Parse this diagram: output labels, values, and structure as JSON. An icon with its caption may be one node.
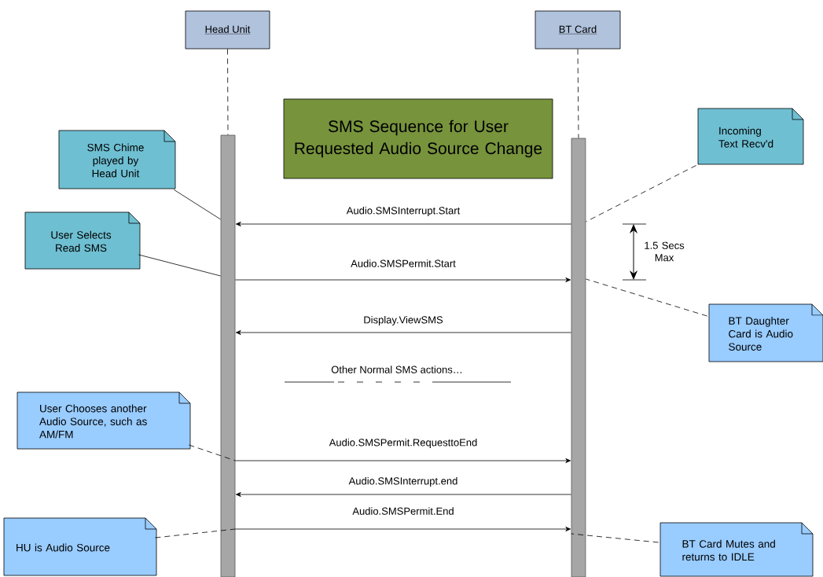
{
  "diagram": {
    "title": "SMS Sequence for User Requested Audio Source Change",
    "nodes": [
      {
        "text": [
          "Head Unit"
        ]
      },
      {
        "text": [
          "BT Card"
        ]
      },
      {
        "text": [],
        "shape": "bar"
      },
      {
        "text": [],
        "shape": "bar"
      },
      {
        "text": [
          "SMS Chime played by Head Unit"
        ]
      },
      {
        "text": [
          "User Selects Read SMS"
        ]
      },
      {
        "text": [
          "Incoming Text Recv'd"
        ]
      },
      {
        "text": [
          "BT Daughter Card is Audio Source"
        ]
      },
      {
        "text": [
          "User Chooses another Audio Source, such as AM/FM"
        ]
      },
      {
        "text": [
          "HU is Audio Source"
        ]
      },
      {
        "text": [
          "BT Card Mutes and returns to IDLE"
        ]
      }
    ],
    "edges": [
      {
        "from": 0,
        "to": 2,
        "arrow": "none",
        "style": "dashed"
      },
      {
        "from": 1,
        "to": 3,
        "arrow": "none",
        "style": "dashed"
      },
      {
        "from": 3,
        "to": 2,
        "arrow": "to",
        "label": "Audio.SMSInterrupt.Start"
      },
      {
        "from": 2,
        "to": 3,
        "arrow": "to",
        "label": "Audio.SMSPermit.Start"
      },
      {
        "from": 3,
        "to": 2,
        "arrow": "to",
        "label": "Display.ViewSMS"
      },
      {
        "from": 2,
        "to": 3,
        "arrow": "to",
        "label": "Audio.SMSPermit.RequesttoEnd"
      },
      {
        "from": 3,
        "to": 2,
        "arrow": "to",
        "label": "Audio.SMSInterrupt.end"
      },
      {
        "from": 2,
        "to": 3,
        "arrow": "to",
        "label": "Audio.SMSPermit.End"
      },
      {
        "from": 4,
        "to": 2,
        "arrow": "none"
      },
      {
        "from": 5,
        "to": 2,
        "arrow": "none"
      },
      {
        "from": 6,
        "to": 3,
        "arrow": "none",
        "style": "dashed"
      },
      {
        "from": 7,
        "to": 3,
        "arrow": "none",
        "style": "dashed"
      },
      {
        "from": 8,
        "to": 2,
        "arrow": "none",
        "style": "dashed"
      },
      {
        "from": 9,
        "to": 2,
        "arrow": "none",
        "style": "dashed"
      },
      {
        "from": 10,
        "to": 3,
        "arrow": "none",
        "style": "dashed"
      }
    ],
    "labels": [
      "1.5 Secs Max",
      "Other Normal SMS actions…"
    ]
  }
}
